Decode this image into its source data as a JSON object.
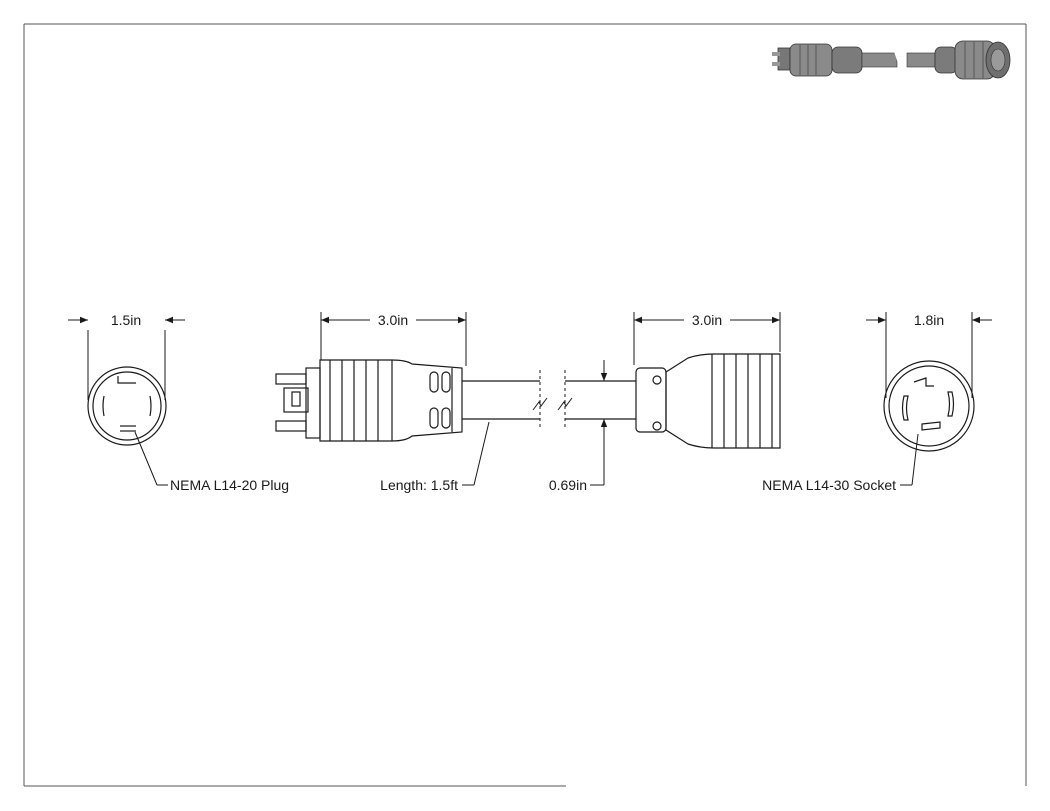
{
  "drawing": {
    "dimensions": {
      "plug_face_diameter": "1.5in",
      "plug_length": "3.0in",
      "socket_length": "3.0in",
      "socket_face_diameter": "1.8in",
      "cable_diameter": "0.69in"
    },
    "callouts": {
      "plug": "NEMA L14-20 Plug",
      "cable_length": "Length: 1.5ft",
      "cable_diameter": "0.69in",
      "socket": "NEMA L14-30 Socket"
    },
    "icons": {
      "break_symbol": "cable-break-icon",
      "thumbnail": "cable-assembly-thumbnail-icon"
    },
    "colors": {
      "line": "#1a1a1a",
      "thumb_body": "#8a8a8a"
    }
  }
}
